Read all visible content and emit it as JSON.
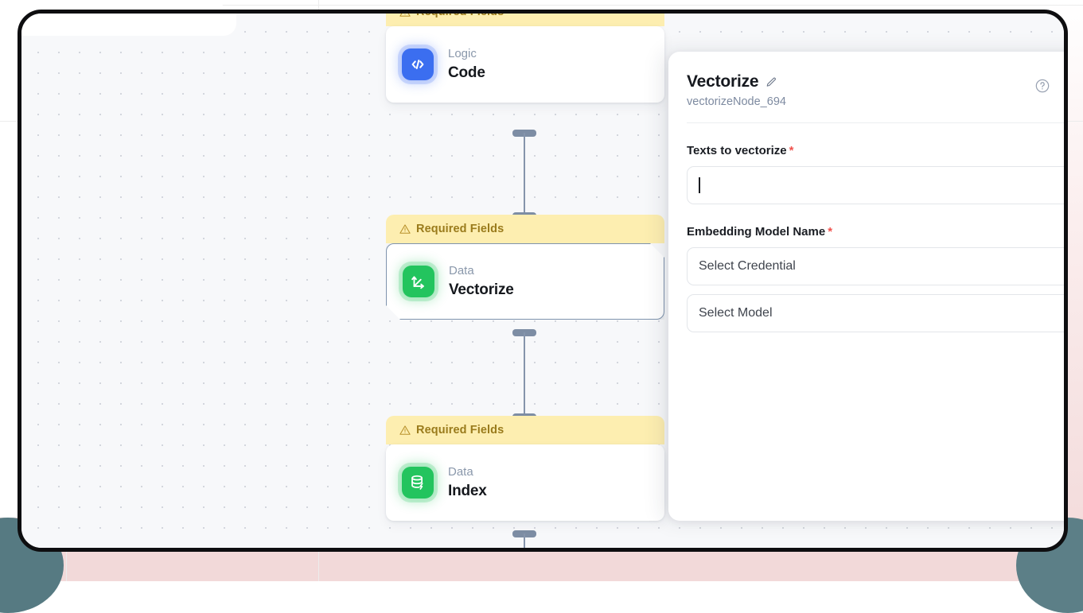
{
  "canvas": {
    "nodes": [
      {
        "id": "code",
        "banner": "Required Fields",
        "category": "Logic",
        "name": "Code",
        "icon": "code-brackets-icon",
        "icon_color": "#3b6ef0",
        "selected": false
      },
      {
        "id": "vectorize",
        "banner": "Required Fields",
        "category": "Data",
        "name": "Vectorize",
        "icon": "vector-axes-icon",
        "icon_color": "#23c45e",
        "selected": true
      },
      {
        "id": "index",
        "banner": "Required Fields",
        "category": "Data",
        "name": "Index",
        "icon": "database-bolt-icon",
        "icon_color": "#23c45e",
        "selected": false
      }
    ],
    "warning_color": "#9a7b1c",
    "banner_bg": "#fdeeb0",
    "edge_color": "#8594ab"
  },
  "panel": {
    "title": "Vectorize",
    "edit_icon": "pencil-icon",
    "node_id": "vectorizeNode_694",
    "help_icon": "question-circle-icon",
    "close_icon": "close-icon",
    "fields": [
      {
        "label": "Texts to vectorize",
        "required_marker": "*",
        "type": "text",
        "value": "",
        "placeholder": "",
        "info_icon": "info-icon",
        "add_icon": "plus-icon"
      },
      {
        "label": "Embedding Model Name",
        "required_marker": "*",
        "type": "select-pair",
        "info_icon": "info-icon",
        "credential_value": "Select Credential",
        "model_value": "Select Model",
        "chevron_icon": "chevron-down-icon"
      }
    ],
    "required_color": "#f0524d"
  }
}
